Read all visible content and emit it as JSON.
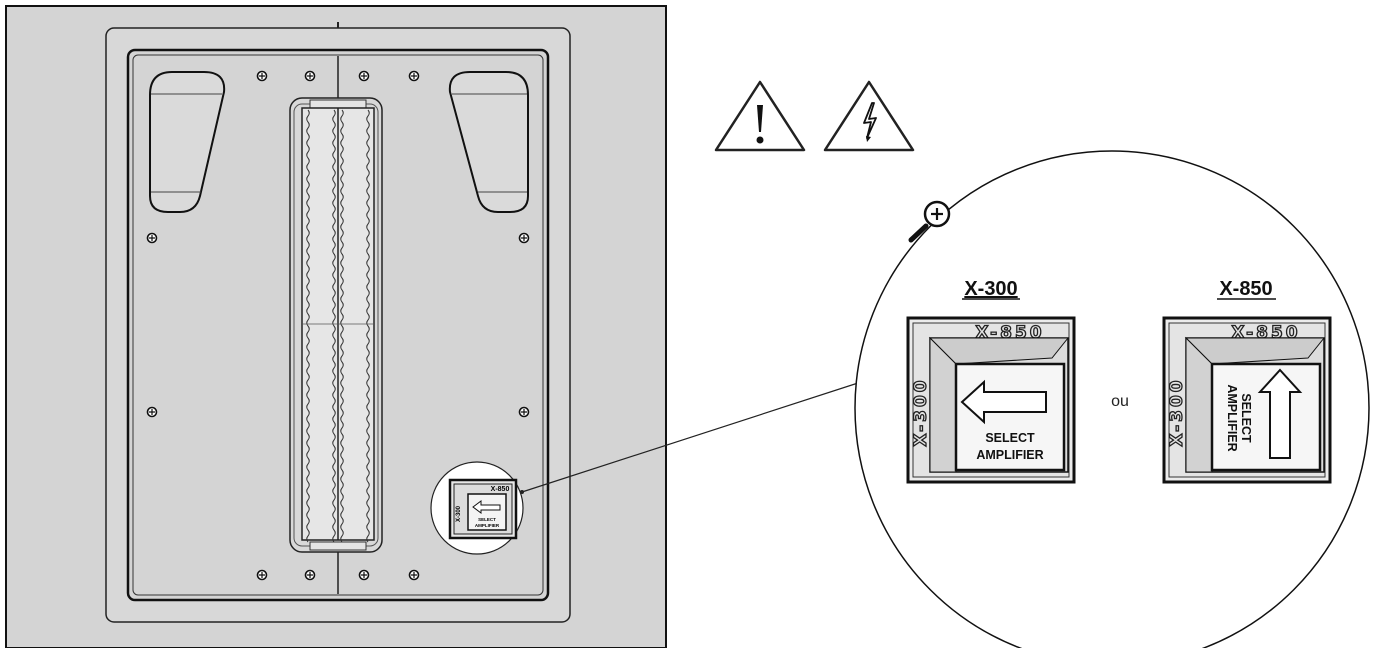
{
  "callout": {
    "left": {
      "model_label": "X-300",
      "top_mark": "X-850",
      "side_mark": "X-300",
      "switch_line1": "SELECT",
      "switch_line2": "AMPLIFIER",
      "arrow_direction": "left"
    },
    "separator": "ou",
    "right": {
      "model_label": "X-850",
      "top_mark": "X-850",
      "side_mark": "X-300",
      "switch_line1": "SELECT",
      "switch_line2": "AMPLIFIER",
      "arrow_direction": "up"
    }
  },
  "small_switch": {
    "top_mark": "X-850",
    "side_mark": "X-300",
    "switch_line1": "SELECT",
    "switch_line2": "AMPLIFIER"
  },
  "icons": [
    "warning-exclamation-icon",
    "electric-shock-warning-icon",
    "zoom-in-icon"
  ],
  "colors": {
    "panel_fill": "#d4d4d4",
    "line": "#111111",
    "page": "#ffffff"
  }
}
